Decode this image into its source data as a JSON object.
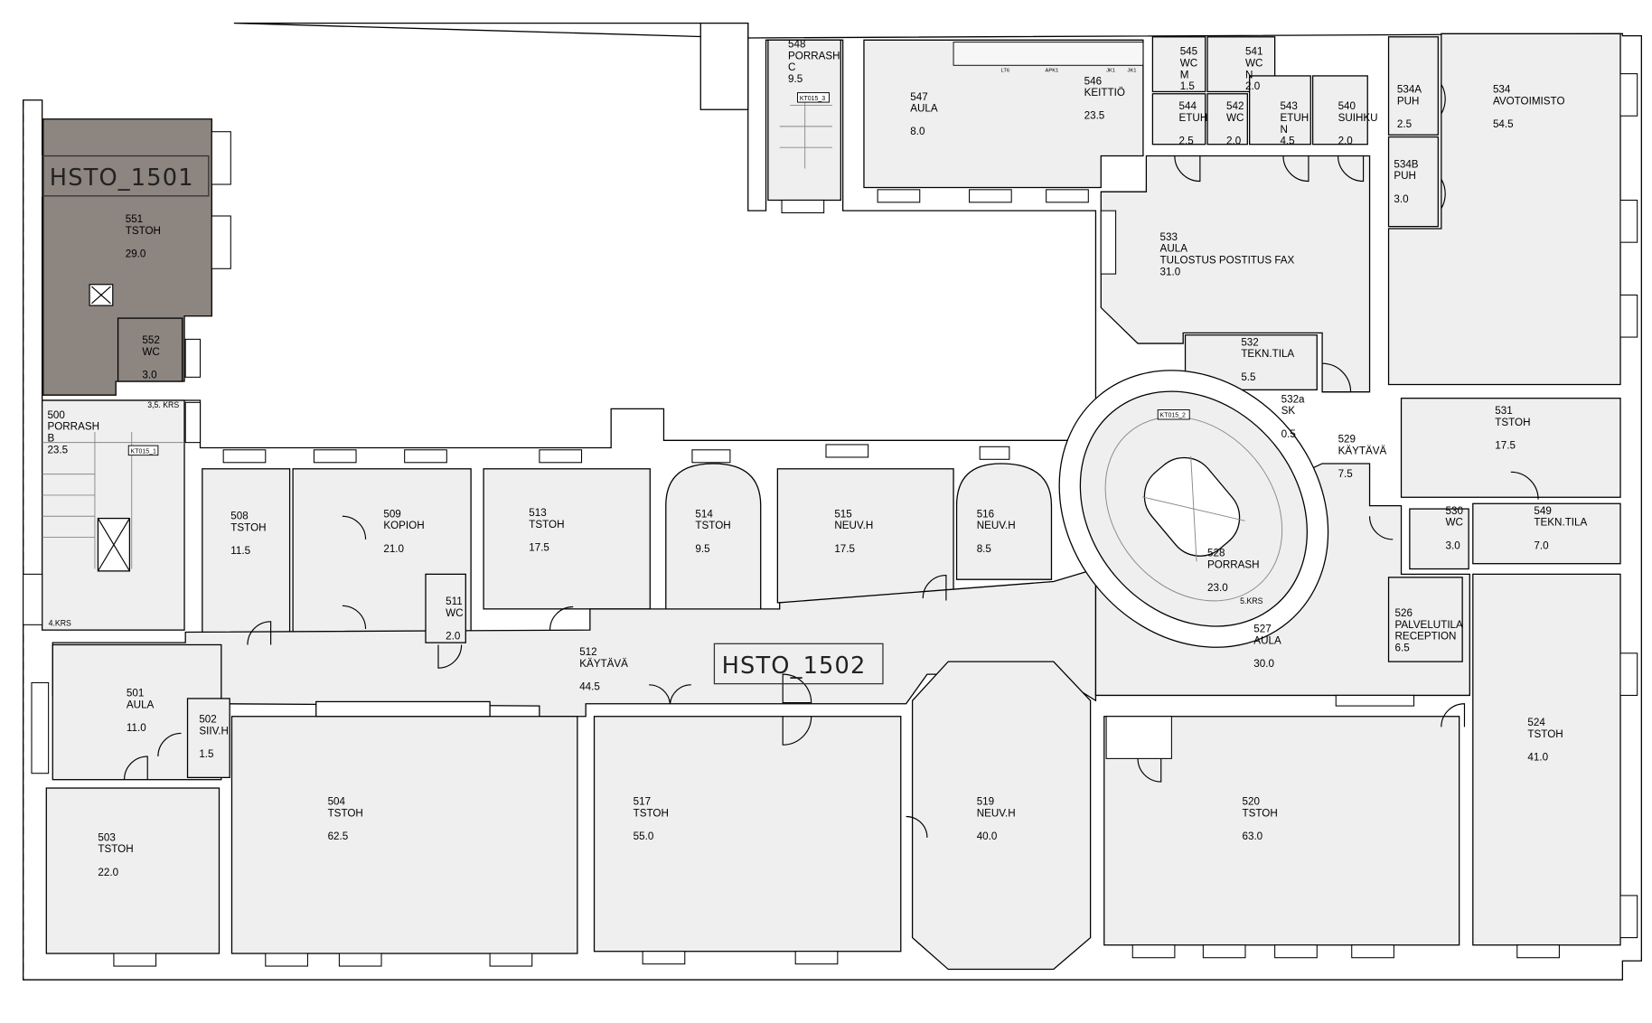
{
  "zones": {
    "zone_1": "HSTO_1501",
    "zone_2": "HSTO_1502"
  },
  "colors": {
    "highlight_zone": "#8c8580",
    "room_fill": "#efefef",
    "wall": "#000000"
  },
  "annotations": {
    "floor_3_5": "3,5. KRS",
    "floor_4": "4.KRS",
    "floor_5": "5.KRS",
    "stair_b_tag": "KT015_1",
    "stair_main_tag": "KT015_2",
    "stair_c_tag": "KT015_3",
    "kitchen_tags": [
      "LT6",
      "APK1",
      "JK1",
      "JK1"
    ]
  },
  "rooms": [
    {
      "number": "548",
      "lines": [
        "PORRASH",
        "C"
      ],
      "area": "9.5"
    },
    {
      "number": "547",
      "lines": [
        "AULA"
      ],
      "area": "8.0"
    },
    {
      "number": "546",
      "lines": [
        "KEITTIÖ"
      ],
      "area": "23.5"
    },
    {
      "number": "545",
      "lines": [
        "WC",
        "M"
      ],
      "area": "1.5"
    },
    {
      "number": "541",
      "lines": [
        "WC",
        "N"
      ],
      "area": "2.0"
    },
    {
      "number": "544",
      "lines": [
        "ETUH"
      ],
      "area": "2.5"
    },
    {
      "number": "542",
      "lines": [
        "WC"
      ],
      "area": "2.0"
    },
    {
      "number": "543",
      "lines": [
        "ETUH",
        "N"
      ],
      "area": "4.5"
    },
    {
      "number": "540",
      "lines": [
        "SUIHKU"
      ],
      "area": "2.0"
    },
    {
      "number": "534A",
      "lines": [
        "PUH"
      ],
      "area": "2.5"
    },
    {
      "number": "534B",
      "lines": [
        "PUH"
      ],
      "area": "3.0"
    },
    {
      "number": "534",
      "lines": [
        "AVOTOIMISTO"
      ],
      "area": "54.5"
    },
    {
      "number": "551",
      "lines": [
        "TSTOH"
      ],
      "area": "29.0"
    },
    {
      "number": "552",
      "lines": [
        "WC"
      ],
      "area": "3.0"
    },
    {
      "number": "500",
      "lines": [
        "PORRASH",
        "B"
      ],
      "area": "23.5"
    },
    {
      "number": "533",
      "lines": [
        "AULA",
        "TULOSTUS POSTITUS FAX"
      ],
      "area": "31.0"
    },
    {
      "number": "532",
      "lines": [
        "TEKN.TILA"
      ],
      "area": "5.5"
    },
    {
      "number": "532a",
      "lines": [
        "SK"
      ],
      "area": "0.5"
    },
    {
      "number": "529",
      "lines": [
        "KÄYTÄVÄ"
      ],
      "area": "7.5"
    },
    {
      "number": "531",
      "lines": [
        "TSTOH"
      ],
      "area": "17.5"
    },
    {
      "number": "508",
      "lines": [
        "TSTOH"
      ],
      "area": "11.5"
    },
    {
      "number": "509",
      "lines": [
        "KOPIOH"
      ],
      "area": "21.0"
    },
    {
      "number": "513",
      "lines": [
        "TSTOH"
      ],
      "area": "17.5"
    },
    {
      "number": "514",
      "lines": [
        "TSTOH"
      ],
      "area": "9.5"
    },
    {
      "number": "515",
      "lines": [
        "NEUV.H"
      ],
      "area": "17.5"
    },
    {
      "number": "516",
      "lines": [
        "NEUV.H"
      ],
      "area": "8.5"
    },
    {
      "number": "511",
      "lines": [
        "WC"
      ],
      "area": "2.0"
    },
    {
      "number": "530",
      "lines": [
        "WC"
      ],
      "area": "3.0"
    },
    {
      "number": "549",
      "lines": [
        "TEKN.TILA"
      ],
      "area": "7.0"
    },
    {
      "number": "528",
      "lines": [
        "PORRASH"
      ],
      "area": "23.0"
    },
    {
      "number": "527",
      "lines": [
        "AULA"
      ],
      "area": "30.0"
    },
    {
      "number": "526",
      "lines": [
        "PALVELUTILA",
        "RECEPTION"
      ],
      "area": "6.5"
    },
    {
      "number": "512",
      "lines": [
        "KÄYTÄVÄ"
      ],
      "area": "44.5"
    },
    {
      "number": "501",
      "lines": [
        "AULA"
      ],
      "area": "11.0"
    },
    {
      "number": "502",
      "lines": [
        "SIIV.H"
      ],
      "area": "1.5"
    },
    {
      "number": "524",
      "lines": [
        "TSTOH"
      ],
      "area": "41.0"
    },
    {
      "number": "504",
      "lines": [
        "TSTOH"
      ],
      "area": "62.5"
    },
    {
      "number": "517",
      "lines": [
        "TSTOH"
      ],
      "area": "55.0"
    },
    {
      "number": "519",
      "lines": [
        "NEUV.H"
      ],
      "area": "40.0"
    },
    {
      "number": "520",
      "lines": [
        "TSTOH"
      ],
      "area": "63.0"
    },
    {
      "number": "503",
      "lines": [
        "TSTOH"
      ],
      "area": "22.0"
    }
  ]
}
